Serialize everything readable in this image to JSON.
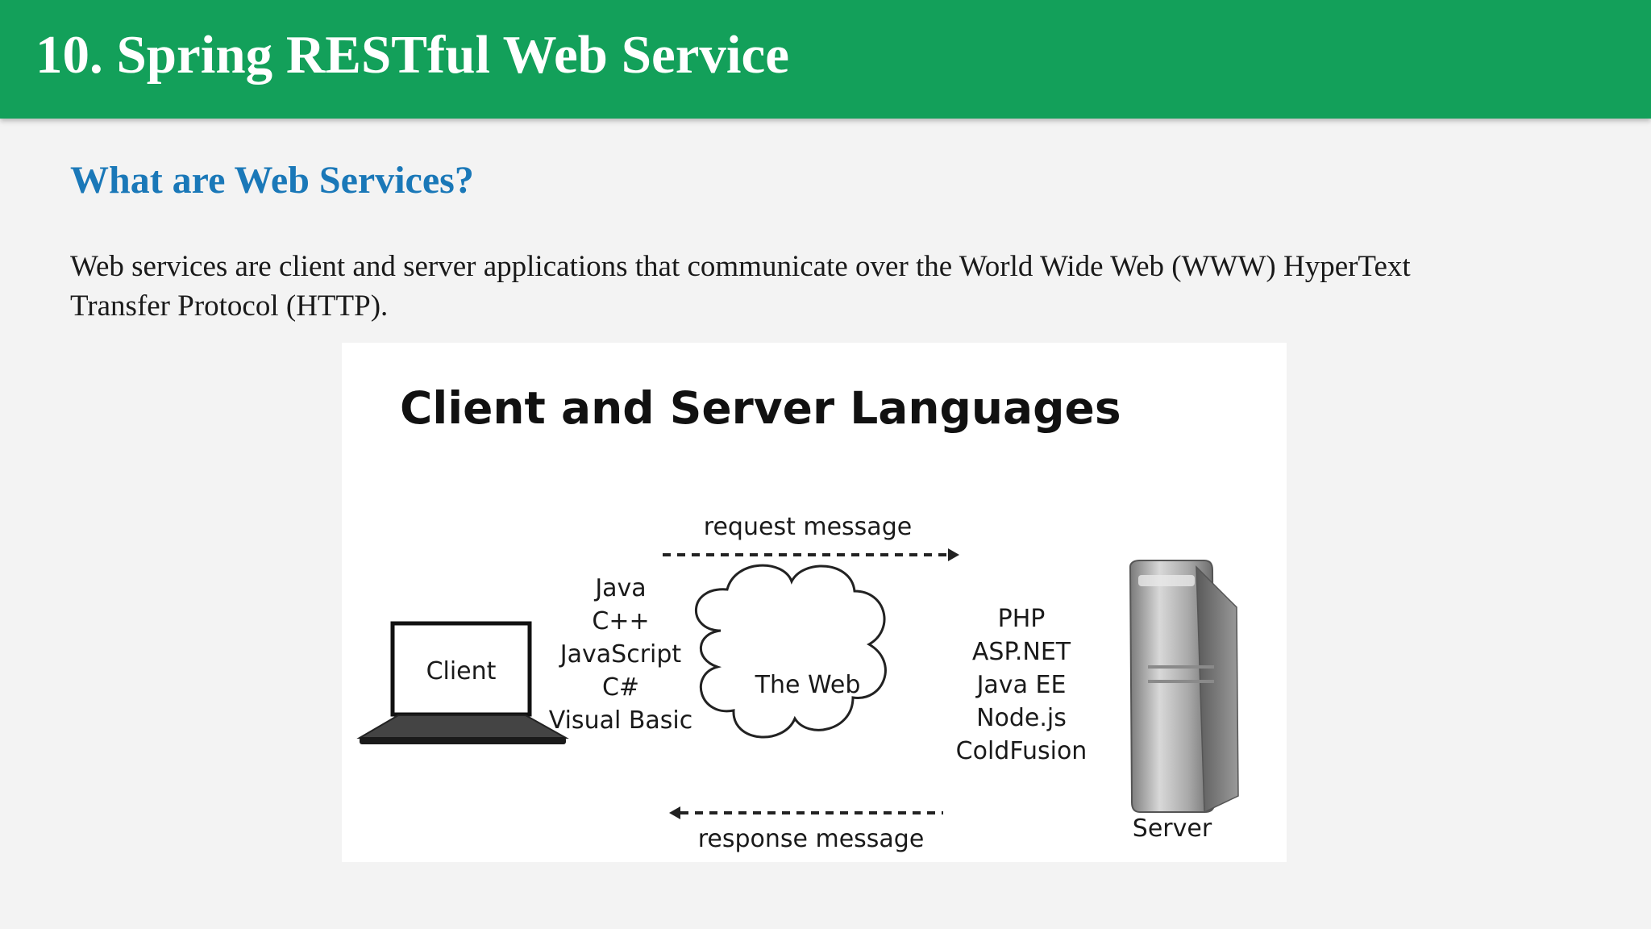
{
  "header": {
    "title": "10. Spring RESTful Web Service",
    "bg_color": "#13a05a"
  },
  "subtitle": "What are Web Services?",
  "body": {
    "line1": "Web services are client and server applications that communicate over the World Wide Web (WWW) HyperText",
    "line2": "Transfer Protocol (HTTP)."
  },
  "diagram": {
    "title": "Client and Server Languages",
    "request_label": "request message",
    "response_label": "response message",
    "client_label": "Client",
    "web_label": "The Web",
    "server_label": "Server",
    "client_languages": [
      "Java",
      "C++",
      "JavaScript",
      "C#",
      "Visual Basic"
    ],
    "server_languages": [
      "PHP",
      "ASP.NET",
      "Java EE",
      "Node.js",
      "ColdFusion"
    ]
  },
  "colors": {
    "accent": "#1a78b8",
    "header": "#13a05a"
  }
}
